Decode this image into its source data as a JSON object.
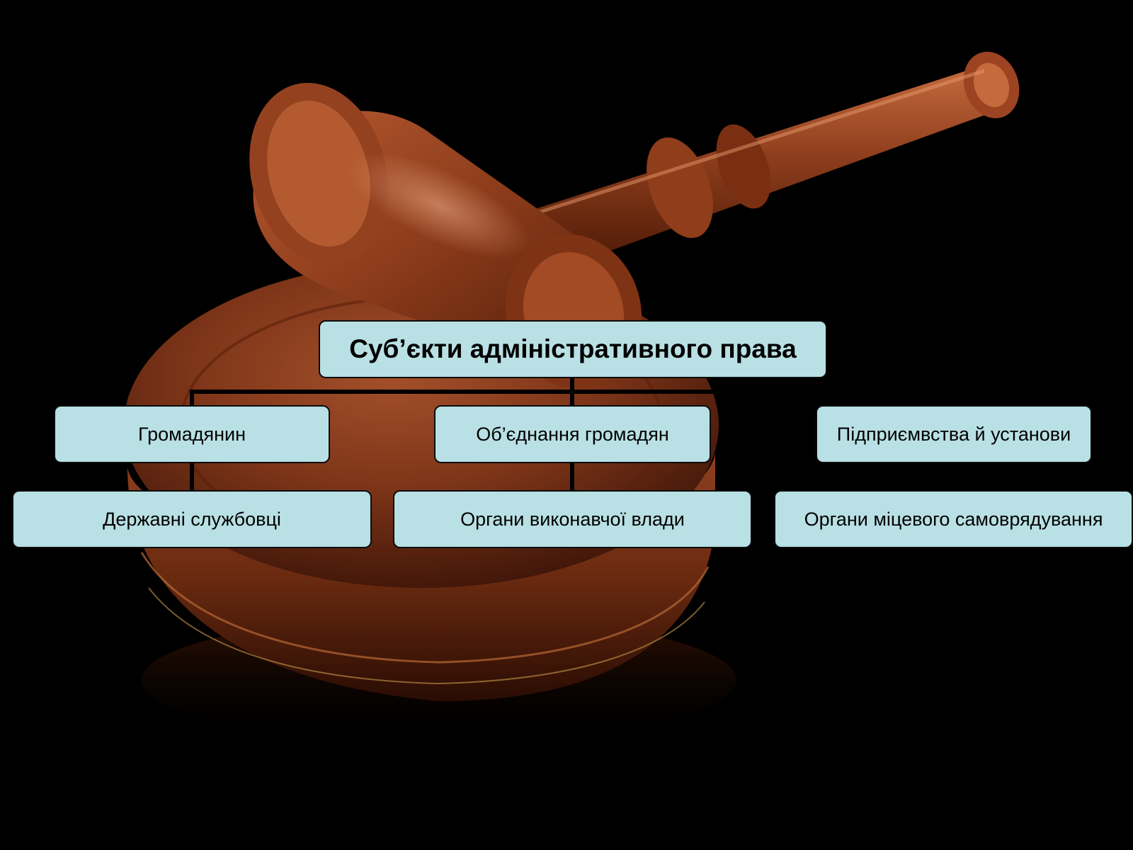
{
  "diagram": {
    "root": {
      "label": "Суб’єкти адміністративного права"
    },
    "nodes": [
      {
        "id": "citizen",
        "label": "Громадянин"
      },
      {
        "id": "associations",
        "label": "Об’єднання громадян"
      },
      {
        "id": "enterprises",
        "label": "Підприємвства й установи"
      },
      {
        "id": "civil-servants",
        "label": "Державні службовці"
      },
      {
        "id": "executive-bodies",
        "label": "Органи виконавчої влади"
      },
      {
        "id": "local-government",
        "label": "Органи міцевого самоврядування"
      }
    ]
  },
  "colors": {
    "background": "#000000",
    "box_fill": "#b9e0e4",
    "box_border": "#0d0d0d",
    "connector": "#000000",
    "gavel_wood": "#8a3a1c"
  },
  "illustration": {
    "subject": "judge-gavel-on-sound-block"
  }
}
